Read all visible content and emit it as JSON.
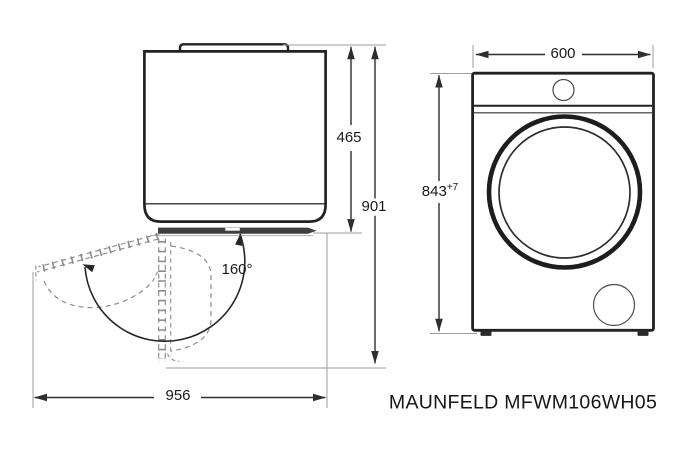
{
  "drawing": {
    "model_label": "MAUNFELD MFWM106WH05",
    "side_view": {
      "dim_depth": "465",
      "dim_depth_door_open": "901",
      "dim_total_clearance": "956",
      "door_opening_angle": "160°"
    },
    "front_view": {
      "dim_width": "600",
      "dim_height": "843",
      "dim_height_tolerance": "+7"
    },
    "colors": {
      "outline": "#222222",
      "dimension": "#2e2e2e",
      "extension": "#9e9e9e",
      "dashed": "#8c8c8c",
      "background": "#ffffff"
    }
  }
}
